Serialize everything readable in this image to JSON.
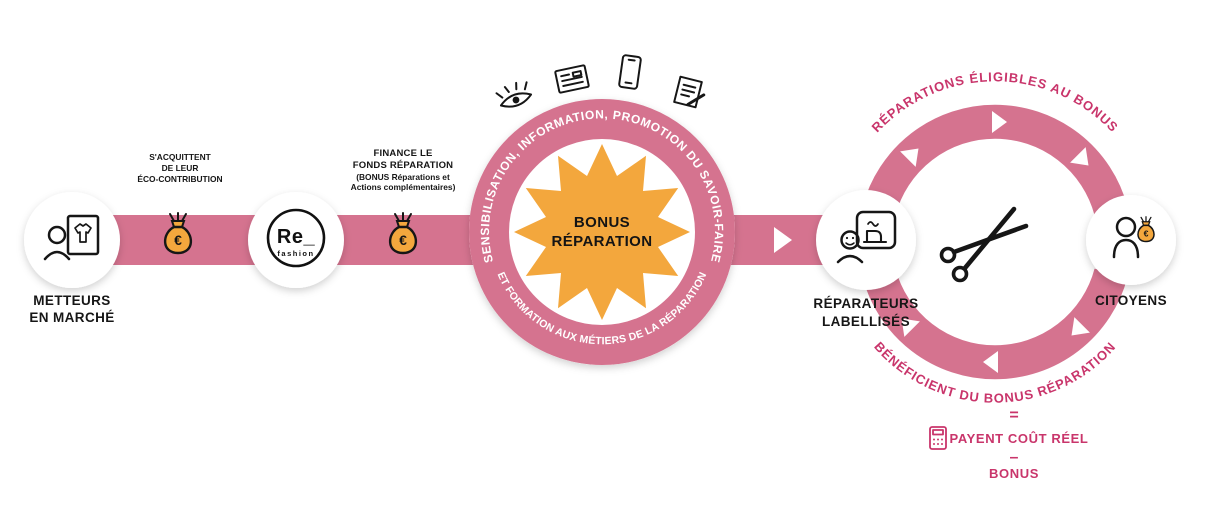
{
  "colors": {
    "band": "#d5738f",
    "accent": "#c9356b",
    "orange": "#f3a73d",
    "ink": "#161616",
    "white": "#ffffff"
  },
  "flow": {
    "metteurs": {
      "line1": "METTEURS",
      "line2": "EN MARCHÉ"
    },
    "eco_contribution": {
      "line1": "S'ACQUITTENT",
      "line2": "DE LEUR",
      "line3": "ÉCO-CONTRIBUTION"
    },
    "refashion": {
      "logo_main": "Re_",
      "logo_sub": "fashion"
    },
    "fonds": {
      "line1": "FINANCE LE",
      "line2": "FONDS RÉPARATION",
      "line3": "(BONUS Réparations et",
      "line4": "Actions complémentaires)"
    },
    "euro_symbol": "€"
  },
  "hub": {
    "ring_top": "SENSIBILISATION, INFORMATION, PROMOTION DU SAVOIR-FAIRE",
    "ring_bottom": "ET FORMATION AUX MÉTIERS DE LA RÉPARATION",
    "burst_line1": "BONUS",
    "burst_line2": "RÉPARATION"
  },
  "cycle": {
    "reparateurs": {
      "line1": "RÉPARATEURS",
      "line2": "LABELLISÉS"
    },
    "citoyens": "CITOYENS",
    "top_arc_text": "RÉPARATIONS ÉLIGIBLES AU BONUS",
    "bottom_arc_text": "BÉNÉFICIENT DU BONUS RÉPARATION",
    "equals": "=",
    "cost_line": "PAYENT COÛT RÉEL",
    "minus": "–",
    "bonus": "BONUS"
  },
  "icons": {
    "merchant": "person-with-garment-board",
    "refashion_logo": "circled Re_ fashion logo",
    "money_bag": "euro money bag",
    "awareness": [
      "eye",
      "newspaper",
      "smartphone",
      "document-pencil"
    ],
    "repairer": "person-with-sewing-machine",
    "citizen": "person-with-money-bag",
    "scissors": "scissors",
    "calculator": "calculator"
  }
}
